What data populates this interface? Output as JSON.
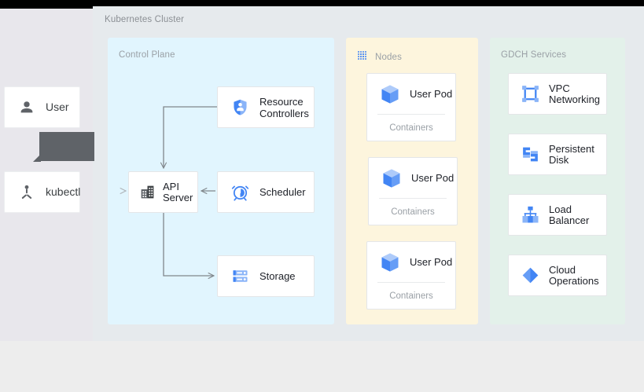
{
  "diagram": {
    "cluster_label": "Kubernetes Cluster",
    "panels": {
      "control_plane": {
        "title": "Control Plane",
        "color": "#E1F5FE"
      },
      "nodes": {
        "title": "Nodes",
        "color": "#FDF5DD",
        "icon": "nodes-grid-icon"
      },
      "gdch": {
        "title": "GDCH Services",
        "color": "#E3F1EA"
      }
    }
  },
  "actors": [
    {
      "label": "User",
      "icon": "person-icon"
    },
    {
      "label": "kubectl",
      "icon": "kubectl-icon"
    }
  ],
  "control_plane_nodes": [
    {
      "id": "api-server",
      "label": "API\nServer",
      "icon": "api-server-icon"
    },
    {
      "id": "resource-controllers",
      "label": "Resource\nControllers",
      "icon": "shield-person-icon"
    },
    {
      "id": "scheduler",
      "label": "Scheduler",
      "icon": "alarm-clock-icon"
    },
    {
      "id": "storage",
      "label": "Storage",
      "icon": "storage-icon"
    }
  ],
  "pods": [
    {
      "label": "User Pod",
      "sublabel": "Containers",
      "icon": "cube-icon"
    },
    {
      "label": "User Pod",
      "sublabel": "Containers",
      "icon": "cube-icon"
    },
    {
      "label": "User Pod",
      "sublabel": "Containers",
      "icon": "cube-icon"
    }
  ],
  "gdch_services": [
    {
      "label": "VPC\nNetworking",
      "icon": "vpc-networking-icon"
    },
    {
      "label": "Persistent\nDisk",
      "icon": "persistent-disk-icon"
    },
    {
      "label": "Load\nBalancer",
      "icon": "load-balancer-icon"
    },
    {
      "label": "Cloud\nOperations",
      "icon": "cloud-operations-icon"
    }
  ],
  "tooltip": {
    "text": ""
  },
  "colors": {
    "accent_blue": "#4285F4",
    "icon_light_blue": "#8AB4F8",
    "connector": "#80868B",
    "text_primary": "#20232A",
    "text_muted": "#9AA0A6",
    "tooltip_bg": "#5F6368"
  }
}
